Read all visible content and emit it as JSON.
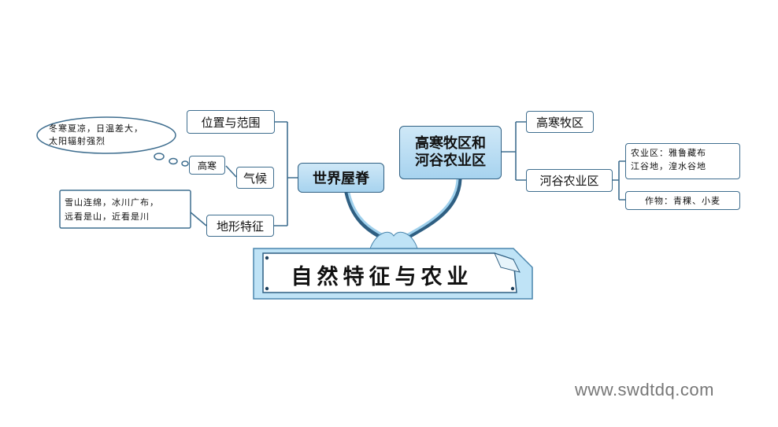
{
  "title": "自然特征与农业",
  "nodes": {
    "world_roof": "世界屋脊",
    "position_range": "位置与范围",
    "climate": "气候",
    "cold": "高寒",
    "climate_note": [
      "冬寒夏凉，日温差大，",
      "太阳辐射强烈"
    ],
    "terrain": "地形特征",
    "terrain_note": [
      "雪山连绵，冰川广布，",
      "远看是山，近看是川"
    ],
    "pasture_valley": [
      "高寒牧区和",
      "河谷农业区"
    ],
    "cold_pasture": "高寒牧区",
    "valley_agri": "河谷农业区",
    "agri_area": [
      "农业区：雅鲁藏布",
      "江谷地，湟水谷地"
    ],
    "crops": "作物：青稞、小麦"
  },
  "watermark": "www.swdtdq.com",
  "colors": {
    "line": "#3f6e8f",
    "node_fill": "#b9ddf3",
    "ribbon": "#9fd0ec"
  }
}
